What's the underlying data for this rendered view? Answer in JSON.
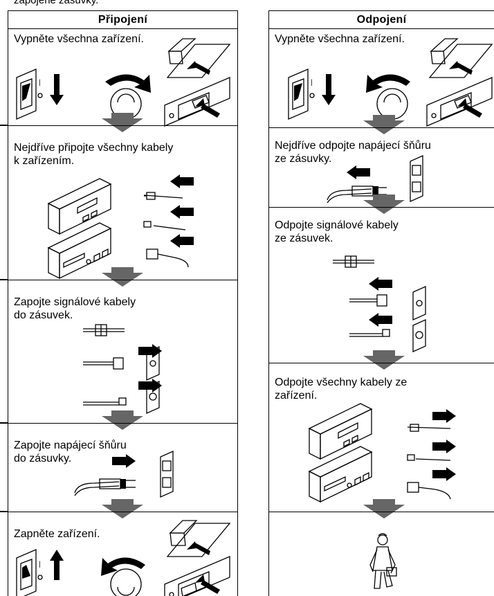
{
  "top_note": "zapojené zásuvky.",
  "left_column": {
    "title": "Připojení",
    "steps": [
      {
        "text": "Vypněte všechna zařízení."
      },
      {
        "text": "Nejdříve připojte všechny kabely\nk zařízením."
      },
      {
        "text": "Zapojte signálové kabely\ndo zásuvek."
      },
      {
        "text": "Zapojte napájecí šňůru\ndo zásuvky."
      },
      {
        "text": "Zapněte zařízení."
      }
    ]
  },
  "right_column": {
    "title": "Odpojení",
    "steps": [
      {
        "text": "Vypněte všechna zařízení."
      },
      {
        "text": "Nejdříve odpojte napájecí šňůru\nze zásuvky."
      },
      {
        "text": "Odpojte signálové kabely\nze zásuvek."
      },
      {
        "text": "Odpojte všechny kabely ze\nzařízení."
      },
      {
        "text": ""
      }
    ]
  },
  "colors": {
    "arrow_grey": "#666666",
    "line": "#000000"
  }
}
